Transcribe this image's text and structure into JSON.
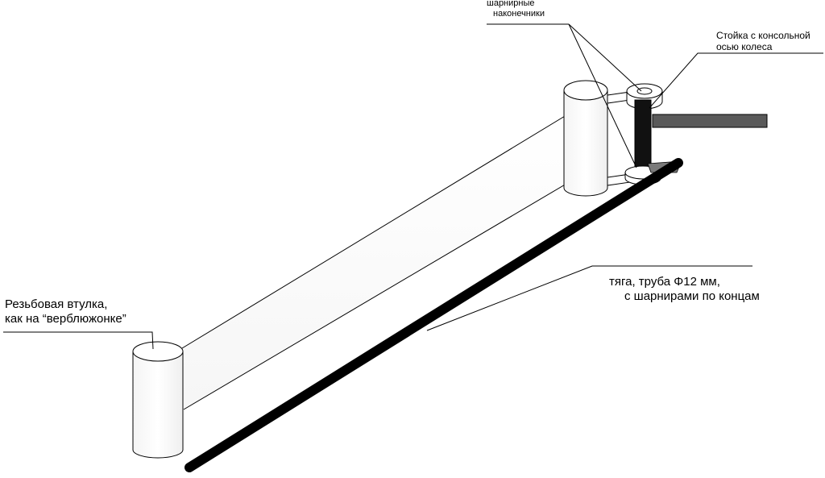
{
  "labels": {
    "joint_tips_line1": "шарнирные",
    "joint_tips_line2": "наконечники",
    "post_line1": "Стойка с консольной",
    "post_line2": "осью колеса",
    "rod_line1": "тяга, труба Φ12 мм,",
    "rod_line2": "с шарнирами по концам",
    "bushing_line1": "Резьбовая втулка,",
    "bushing_line2": "как на “верблюжонке”"
  },
  "colors": {
    "outline": "#000000",
    "part_fill": "#ffffff",
    "rod": "#000000",
    "axle": "#5a5a5a"
  }
}
